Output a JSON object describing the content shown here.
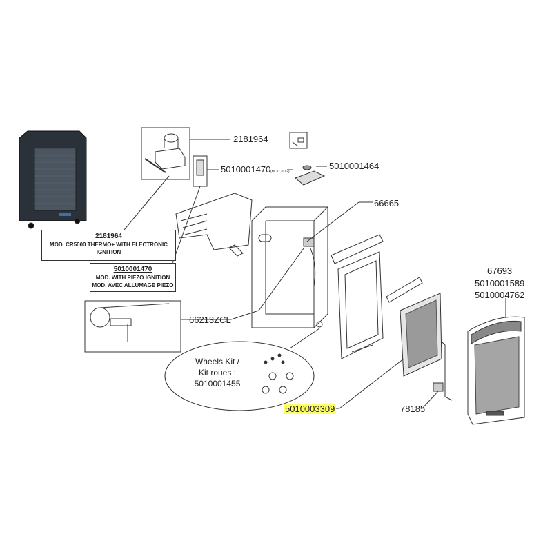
{
  "parts": {
    "igniter_electronic": "2181964",
    "piezo": "5010001470",
    "mod_note": "(MOD.2012)",
    "burner_plate": "5010001464",
    "body_part": "66665",
    "thermocouple": "66213ZCL",
    "grid": "5010003309",
    "valve": "78185",
    "front_panel": [
      "67693",
      "5010001589",
      "5010004762"
    ]
  },
  "notes": {
    "box1": {
      "ref": "2181964",
      "lines": [
        "MOD. CR5000 THERMO+ WITH ELECTRONIC",
        "IGNITION"
      ]
    },
    "box2": {
      "ref": "5010001470",
      "lines": [
        "MOD. WITH PIEZO IGNITION",
        "MOD. AVEC ALLUMAGE PIEZO"
      ]
    }
  },
  "wheels_kit": {
    "line1": "Wheels Kit /",
    "line2": "Kit roues :",
    "ref": "5010001455"
  },
  "colors": {
    "highlight": "#ffff66",
    "line": "#333333",
    "heater": "#2b3138"
  }
}
